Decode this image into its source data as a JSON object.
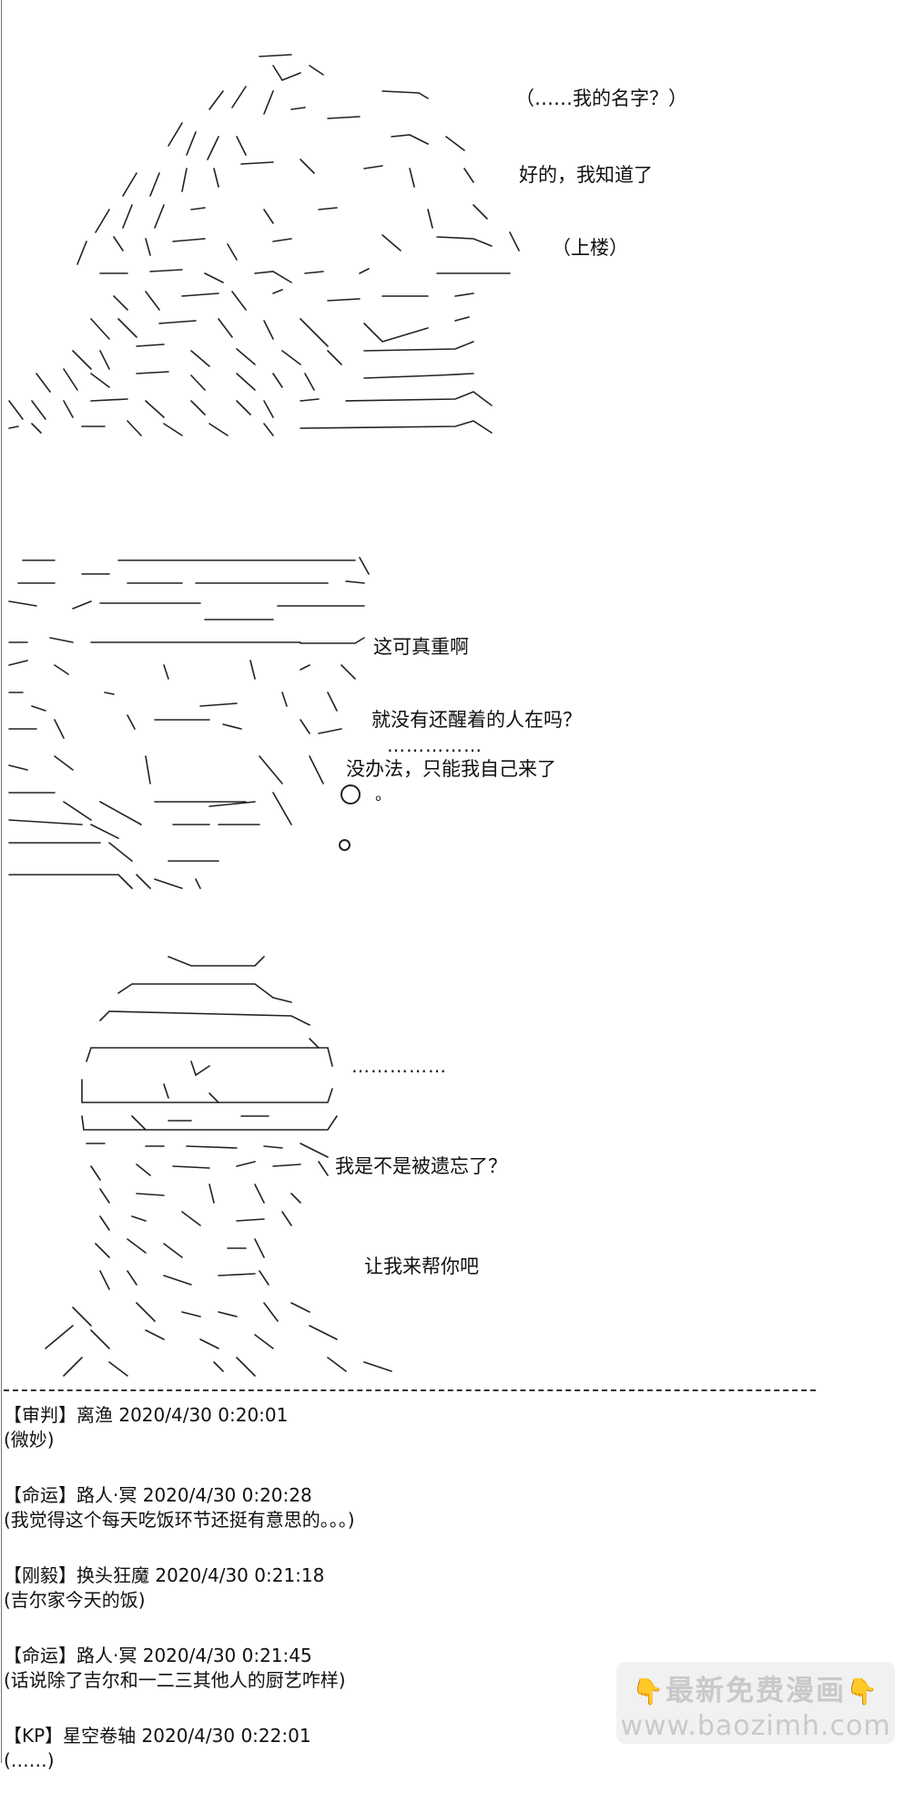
{
  "panel1": {
    "lines": [
      "（……我的名字？）",
      "好的，我知道了",
      "（上楼）"
    ]
  },
  "panel2": {
    "lines": [
      "这可真重啊",
      "就没有还醒着的人在吗？",
      "没办法，只能我自己来了"
    ],
    "dots": "……………",
    "small_mark": "。"
  },
  "panel3": {
    "dots": "……………",
    "lines": [
      "我是不是被遗忘了？",
      "让我来帮你吧"
    ]
  },
  "comments": [
    {
      "header": "【审判】离渔 2020/4/30 0:20:01",
      "body": "(微妙)"
    },
    {
      "header": "【命运】路人·冥 2020/4/30 0:20:28",
      "body": "(我觉得这个每天吃饭环节还挺有意思的。。。)"
    },
    {
      "header": "【刚毅】换头狂魔 2020/4/30 0:21:18",
      "body": "(吉尔家今天的饭)"
    },
    {
      "header": "【命运】路人·冥 2020/4/30 0:21:45",
      "body": "(话说除了吉尔和一二三其他人的厨艺咋样)"
    },
    {
      "header": "【KP】星空卷轴 2020/4/30 0:22:01",
      "body": "(……)"
    }
  ],
  "watermark": {
    "hand_left": "👇",
    "line1": "最新免费漫画",
    "hand_right": "👇",
    "line2": "www.baozimh.com"
  }
}
